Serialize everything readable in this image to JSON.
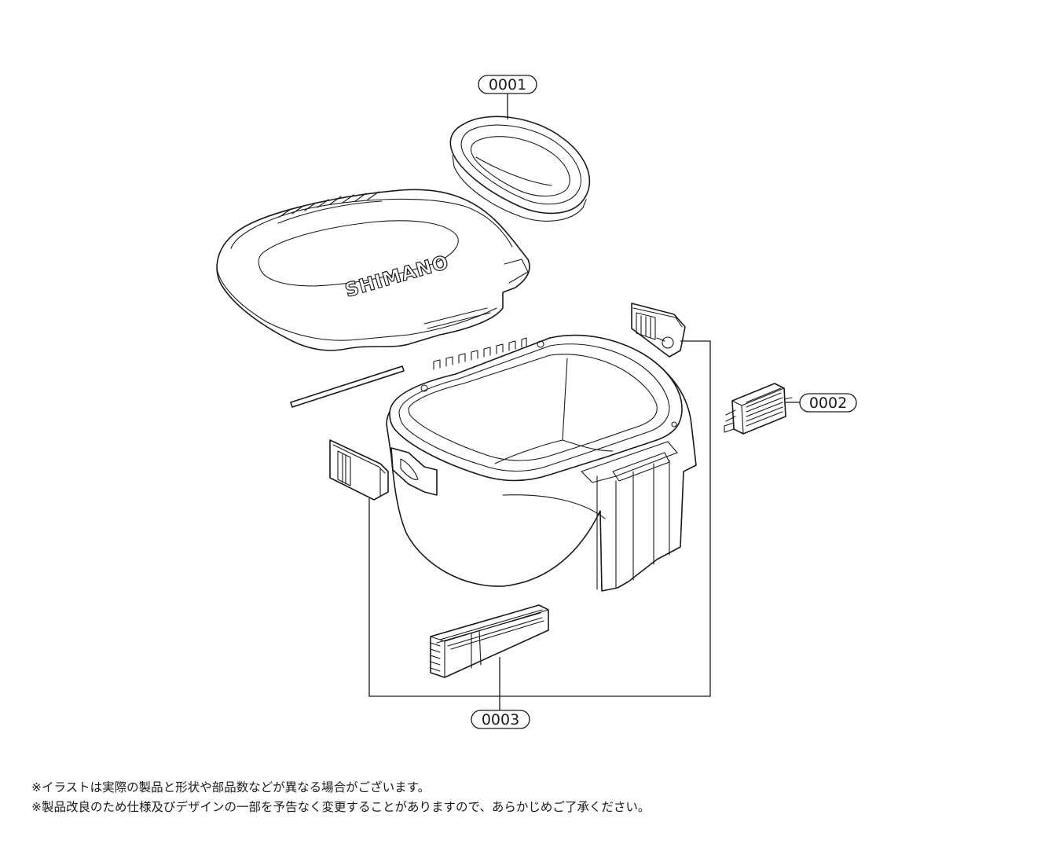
{
  "callouts": {
    "part1": "0001",
    "part2": "0002",
    "part3": "0003"
  },
  "brand_text": "SHIMANO",
  "notes": [
    "※イラストは実際の製品と形状や部品数などが異なる場合がございます。",
    "※製品改良のため仕様及びデザインの一部を予告なく変更することがありますので、あらかじめご了承ください。"
  ],
  "colors": {
    "line": "#1a1a1a",
    "background": "#ffffff"
  }
}
